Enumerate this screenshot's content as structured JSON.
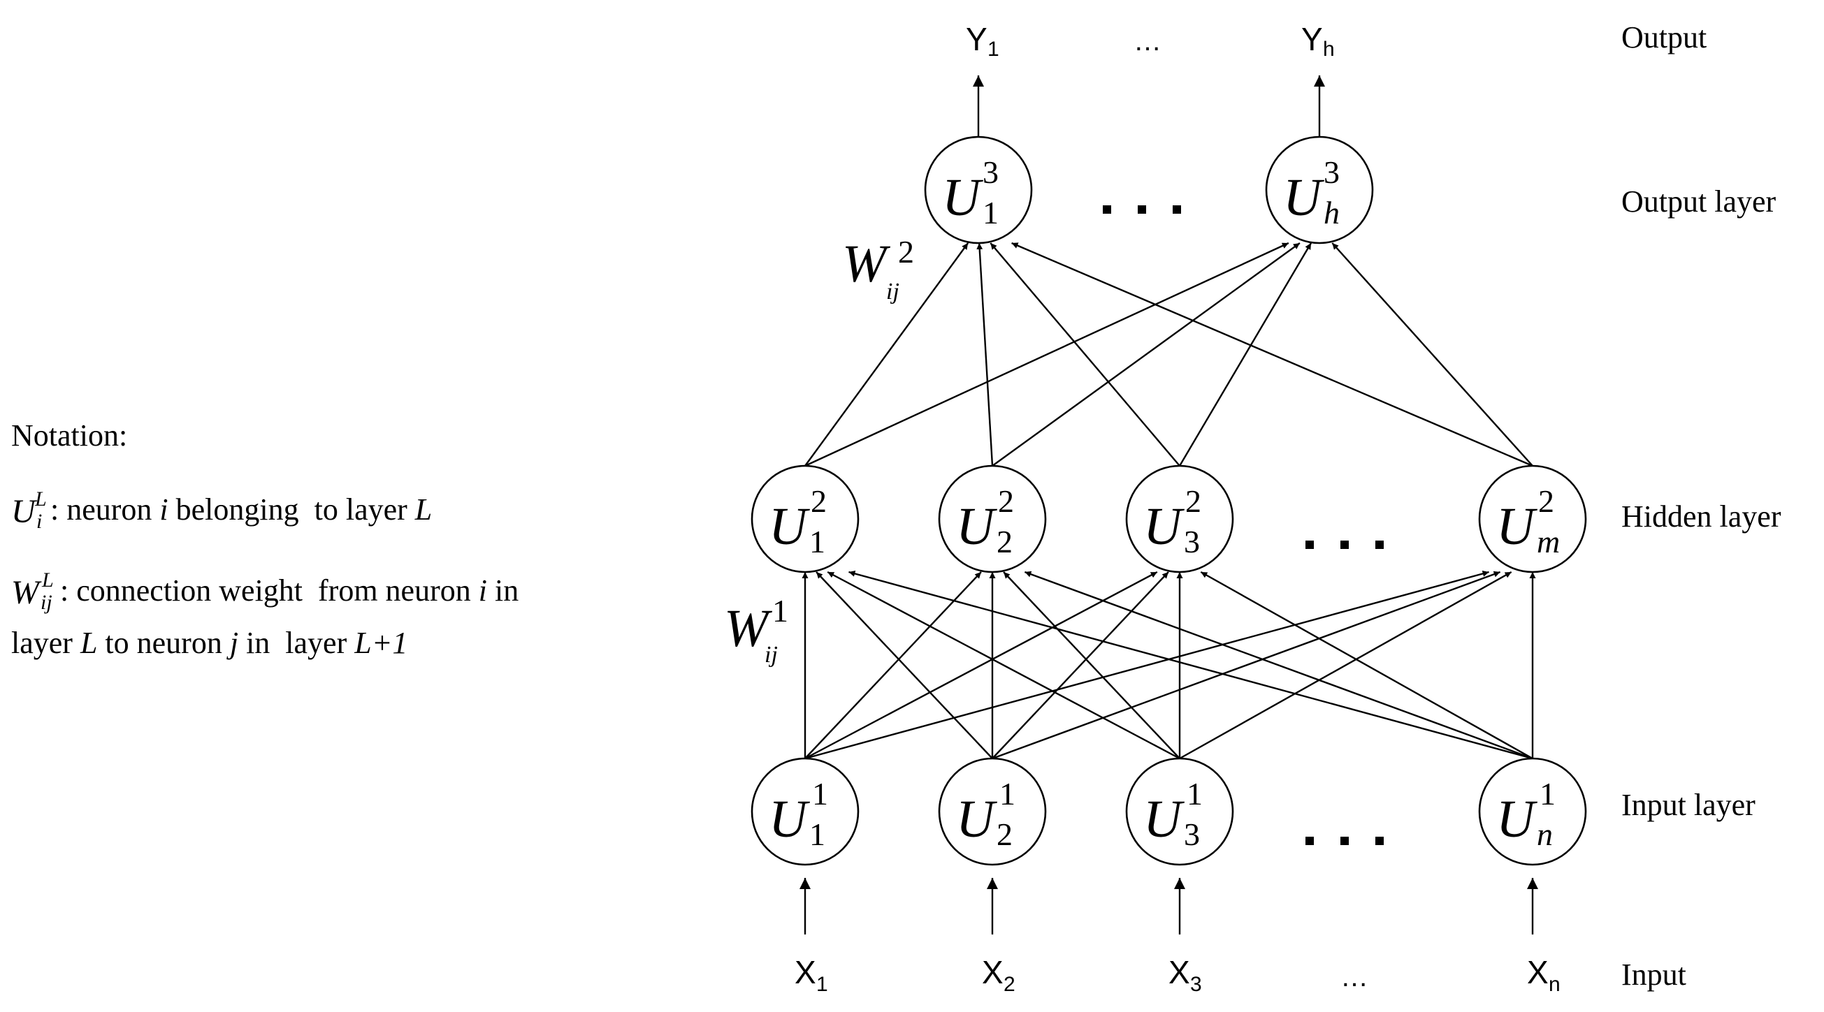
{
  "labels": {
    "output": "Output",
    "output_layer": "Output layer",
    "hidden_layer": "Hidden layer",
    "input_layer": "Input layer",
    "input": "Input"
  },
  "outputs": [
    {
      "base": "Y",
      "sub": "1"
    },
    {
      "base": "Y",
      "sub": "h"
    }
  ],
  "inputs": [
    {
      "base": "X",
      "sub": "1"
    },
    {
      "base": "X",
      "sub": "2"
    },
    {
      "base": "X",
      "sub": "3"
    },
    {
      "base": "X",
      "sub": "n"
    }
  ],
  "text_ellipsis": "…",
  "nodes": {
    "output_layer": [
      {
        "base": "U",
        "sup": "3",
        "sub": "1"
      },
      {
        "base": "U",
        "sup": "3",
        "sub": "h"
      }
    ],
    "hidden_layer": [
      {
        "base": "U",
        "sup": "2",
        "sub": "1"
      },
      {
        "base": "U",
        "sup": "2",
        "sub": "2"
      },
      {
        "base": "U",
        "sup": "2",
        "sub": "3"
      },
      {
        "base": "U",
        "sup": "2",
        "sub": "m"
      }
    ],
    "input_layer": [
      {
        "base": "U",
        "sup": "1",
        "sub": "1"
      },
      {
        "base": "U",
        "sup": "1",
        "sub": "2"
      },
      {
        "base": "U",
        "sup": "1",
        "sub": "3"
      },
      {
        "base": "U",
        "sup": "1",
        "sub": "n"
      }
    ]
  },
  "weights": {
    "hidden_to_output": {
      "base": "W",
      "sup": "2",
      "sub": "ij"
    },
    "input_to_hidden": {
      "base": "W",
      "sup": "1",
      "sub": "ij"
    }
  },
  "notation": {
    "title": "Notation:",
    "neuron_symbol": {
      "base": "U",
      "sup": "L",
      "sub": "i"
    },
    "neuron_desc": ": neuron ",
    "neuron_i": "i",
    "neuron_desc2": " belonging  to layer ",
    "neuron_L": "L",
    "weight_symbol": {
      "base": "W",
      "sup": "L",
      "sub": "ij"
    },
    "weight_desc": ": connection weight  from neuron ",
    "weight_i": "i",
    "weight_desc2": " in",
    "line3_a": "layer ",
    "line3_L": "L",
    "line3_b": " to neuron ",
    "line3_j": "j",
    "line3_c": " in  layer ",
    "line3_L1": "L+1"
  }
}
